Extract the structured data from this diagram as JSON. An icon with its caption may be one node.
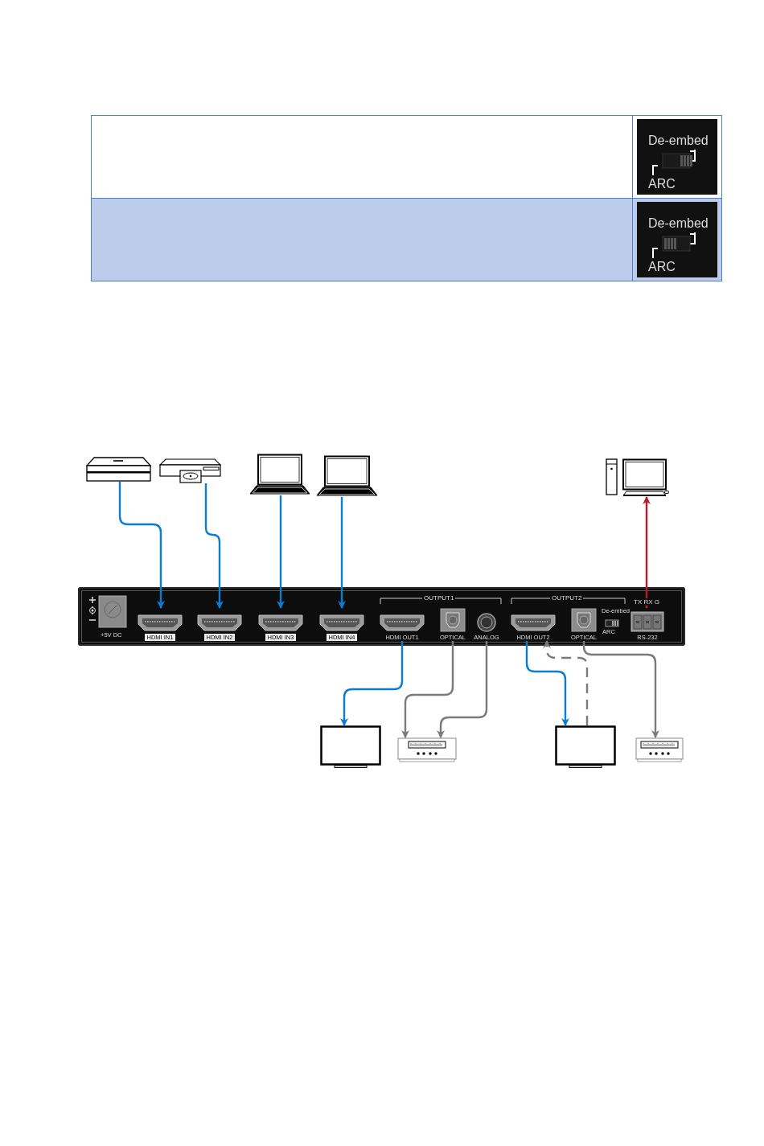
{
  "diagram": {
    "nodes": [
      {
        "text": [],
        "shape": "picture"
      },
      {
        "text": [],
        "shape": "picture"
      },
      {
        "text": [],
        "shape": "picture"
      },
      {
        "text": [],
        "shape": "picture"
      },
      {
        "text": [],
        "shape": "picture"
      },
      {
        "text": [],
        "shape": "box"
      },
      {
        "text": [
          "HDMI IN1"
        ],
        "in": 5
      },
      {
        "text": [
          "HDMI IN2"
        ],
        "in": 5
      },
      {
        "text": [
          "HDMI IN3"
        ],
        "in": 5
      },
      {
        "text": [
          "HDMI IN4"
        ],
        "in": 5
      },
      {
        "text": [
          "HDMI OUT1"
        ],
        "in": 5
      },
      {
        "text": [
          "OPTICAL"
        ],
        "in": 5
      },
      {
        "text": [
          "ANALOG"
        ],
        "in": 5
      },
      {
        "text": [
          "HDMI OUT2"
        ],
        "in": 5
      },
      {
        "text": [
          "OPTICAL"
        ],
        "in": 5
      },
      {
        "text": [
          "RS-232"
        ],
        "in": 5
      },
      {
        "text": [],
        "shape": "monitor"
      },
      {
        "text": [],
        "shape": "picture"
      },
      {
        "text": [],
        "shape": "monitor"
      },
      {
        "text": [],
        "shape": "picture"
      }
    ],
    "edges": [
      {
        "from": 0,
        "to": 6,
        "arrow": "to"
      },
      {
        "from": 1,
        "to": 7,
        "arrow": "to"
      },
      {
        "from": 2,
        "to": 8,
        "arrow": "to"
      },
      {
        "from": 3,
        "to": 9,
        "arrow": "to"
      },
      {
        "from": 4,
        "to": 15,
        "arrow": "both",
        "color": "#c0182b"
      },
      {
        "from": 10,
        "to": 16,
        "arrow": "to"
      },
      {
        "from": 11,
        "to": 17,
        "arrow": "to",
        "color": "#7a7a7a"
      },
      {
        "from": 12,
        "to": 17,
        "arrow": "to",
        "color": "#7a7a7a"
      },
      {
        "from": 13,
        "to": 18,
        "arrow": "to"
      },
      {
        "from": 18,
        "to": 13,
        "arrow": "to",
        "style": "dashed",
        "color": "#7a7a7a"
      },
      {
        "from": 14,
        "to": 19,
        "arrow": "to",
        "color": "#7a7a7a"
      }
    ],
    "labels": [
      "De-embed",
      "ARC",
      "De-embed",
      "ARC",
      "+5V DC",
      "OUTPUT1",
      "OUTPUT2",
      "De-embed",
      "ARC",
      "TX RX G"
    ]
  }
}
